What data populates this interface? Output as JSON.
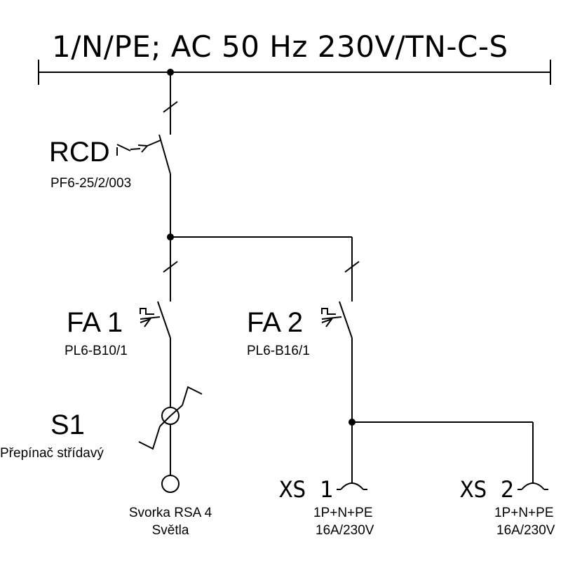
{
  "supply": "1/N/PE; AC 50 Hz 230V/TN-C-S",
  "rcd": {
    "label": "RCD",
    "type": "PF6-25/2/003"
  },
  "fa1": {
    "label": "FA 1",
    "type": "PL6-B10/1"
  },
  "fa2": {
    "label": "FA 2",
    "type": "PL6-B16/1"
  },
  "s1": {
    "label": "S1",
    "description": "Přepínač střídavý"
  },
  "terminal": {
    "line1": "Svorka RSA 4",
    "line2": "Světla"
  },
  "xs1": {
    "label": "XS 1",
    "line1": "1P+N+PE",
    "line2": "16A/230V"
  },
  "xs2": {
    "label": "XS 2",
    "line1": "1P+N+PE",
    "line2": "16A/230V"
  }
}
